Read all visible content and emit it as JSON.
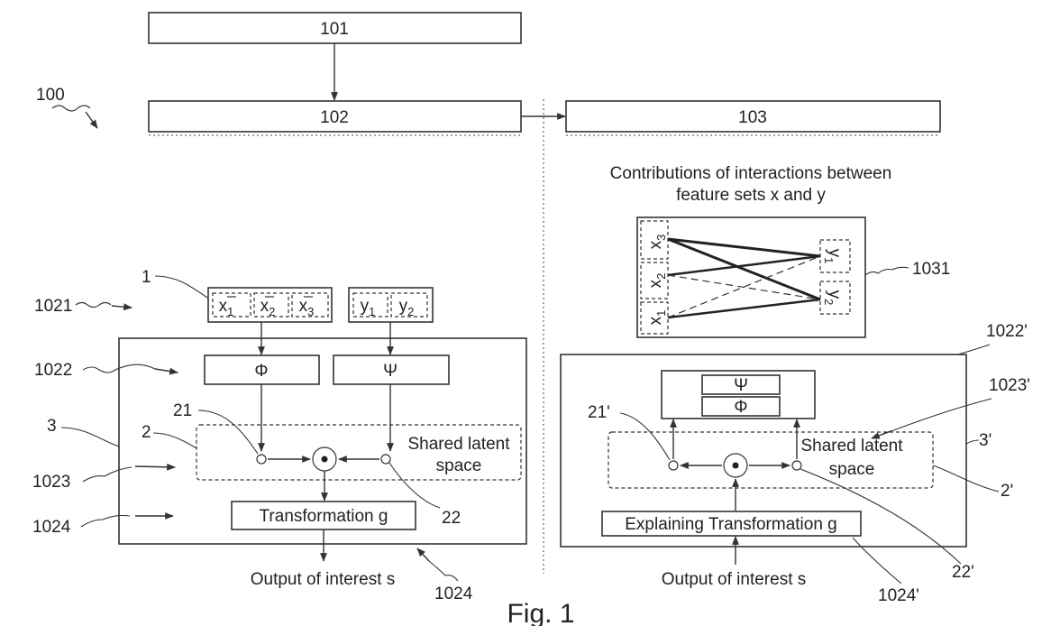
{
  "labels": {
    "box_101": "101",
    "box_102": "102",
    "box_103": "103",
    "ref_100": "100",
    "contrib_title_line1": "Contributions of interactions between",
    "contrib_title_line2": "feature sets x and y",
    "ref_1": "1",
    "ref_1021": "1021",
    "ref_1022": "1022",
    "ref_1023": "1023",
    "ref_1024_left": "1024",
    "ref_3": "3",
    "ref_2": "2",
    "ref_21": "21",
    "ref_22": "22",
    "ref_1024_bottom": "1024",
    "ref_1031": "1031",
    "ref_1022p": "1022'",
    "ref_1023p": "1023'",
    "ref_21p": "21'",
    "ref_3p": "3'",
    "ref_2p": "2'",
    "ref_22p": "22'",
    "ref_1024p": "1024'",
    "phi": "Φ",
    "psi": "Ψ",
    "latent_line1": "Shared latent",
    "latent_line2": "space",
    "transformation": "Transformation g",
    "explaining_transformation": "Explaining Transformation g",
    "output_left": "Output of interest s",
    "output_right": "Output of interest s",
    "fig_caption": "Fig. 1"
  },
  "features": {
    "x": [
      "x",
      "x",
      "x"
    ],
    "x_sub": [
      "1",
      "2",
      "3"
    ],
    "y": [
      "y",
      "y"
    ],
    "y_sub": [
      "1",
      "2"
    ]
  }
}
